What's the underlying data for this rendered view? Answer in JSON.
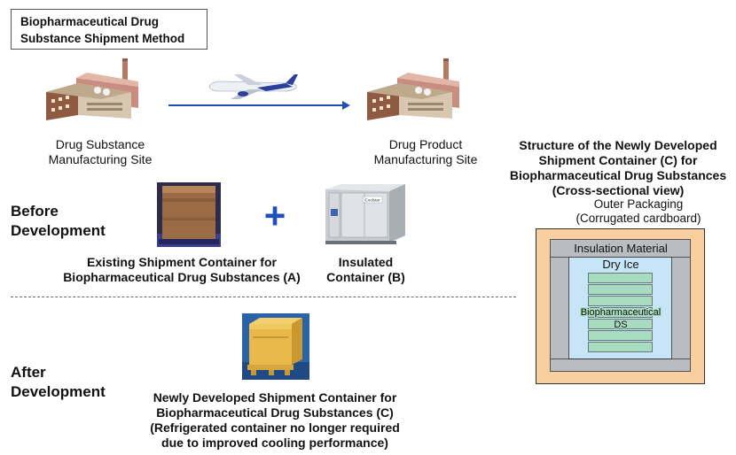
{
  "title": {
    "line1": "Biopharmaceutical Drug",
    "line2": "Substance Shipment Method"
  },
  "route": {
    "origin": {
      "line1": "Drug Substance",
      "line2": "Manufacturing Site"
    },
    "destination": {
      "line1": "Drug Product",
      "line2": "Manufacturing Site"
    },
    "transport_icon": "airplane-icon",
    "site_icon": "factory-icon"
  },
  "before": {
    "heading_line1": "Before",
    "heading_line2": "Development",
    "container_a": {
      "line1": "Existing Shipment Container for",
      "line2": "Biopharmaceutical Drug Substances (A)"
    },
    "plus": "+",
    "container_b": {
      "line1": "Insulated",
      "line2": "Container (B)",
      "brand": "Coolstar"
    }
  },
  "after": {
    "heading_line1": "After",
    "heading_line2": "Development",
    "container_c": {
      "line1": "Newly Developed Shipment Container for",
      "line2": "Biopharmaceutical Drug Substances (C)",
      "line3": "(Refrigerated container no longer required",
      "line4": "due to improved cooling performance)"
    }
  },
  "structure": {
    "title_line1": "Structure of the Newly Developed",
    "title_line2": "Shipment Container (C) for",
    "title_line3": "Biopharmaceutical Drug Substances",
    "title_line4": "(Cross-sectional view)",
    "outer_line1": "Outer Packaging",
    "outer_line2": "(Corrugated cardboard)",
    "insulation": "Insulation Material",
    "dry_ice": "Dry Ice",
    "ds_line1": "Biopharmaceutical",
    "ds_line2": "DS"
  },
  "colors": {
    "arrow": "#1f4fb8",
    "plus": "#1f4fb8",
    "outer_packaging": "#f9cf9f",
    "insulation": "#b9bcc0",
    "dry_ice": "#c6e6f7",
    "ds": "#a8dcc0",
    "box_yellow": "#e8b84a",
    "box_brown": "#9a6b45"
  }
}
